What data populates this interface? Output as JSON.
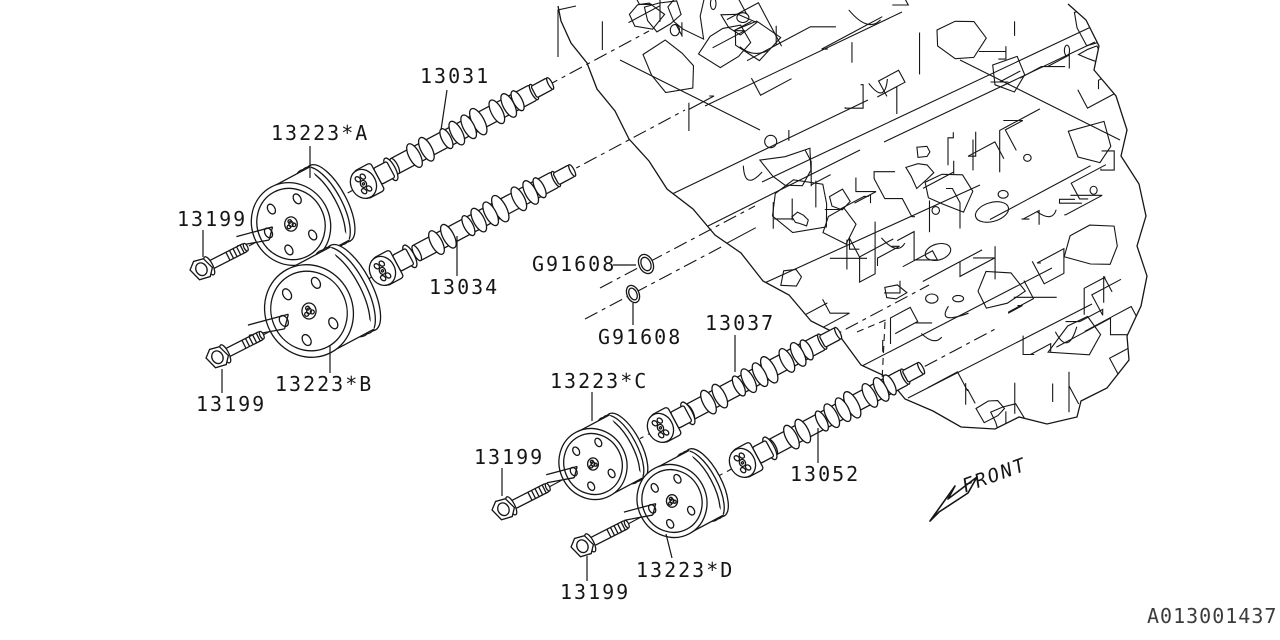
{
  "colors": {
    "ink": "#161616",
    "paper": "#ffffff"
  },
  "icons": {
    "front_arrow": "open-outline-arrow-pointing-lower-left"
  },
  "part_labels": [
    {
      "text": "13031"
    },
    {
      "text": "13223*A"
    },
    {
      "text": "13199"
    },
    {
      "text": "13034"
    },
    {
      "text": "G91608"
    },
    {
      "text": "G91608"
    },
    {
      "text": "13037"
    },
    {
      "text": "13223*B"
    },
    {
      "text": "13199"
    },
    {
      "text": "13223*C"
    },
    {
      "text": "13199"
    },
    {
      "text": "13052"
    },
    {
      "text": "13223*D"
    },
    {
      "text": "13199"
    }
  ],
  "front_label": "FRONT",
  "diagram_code": "A013001437"
}
